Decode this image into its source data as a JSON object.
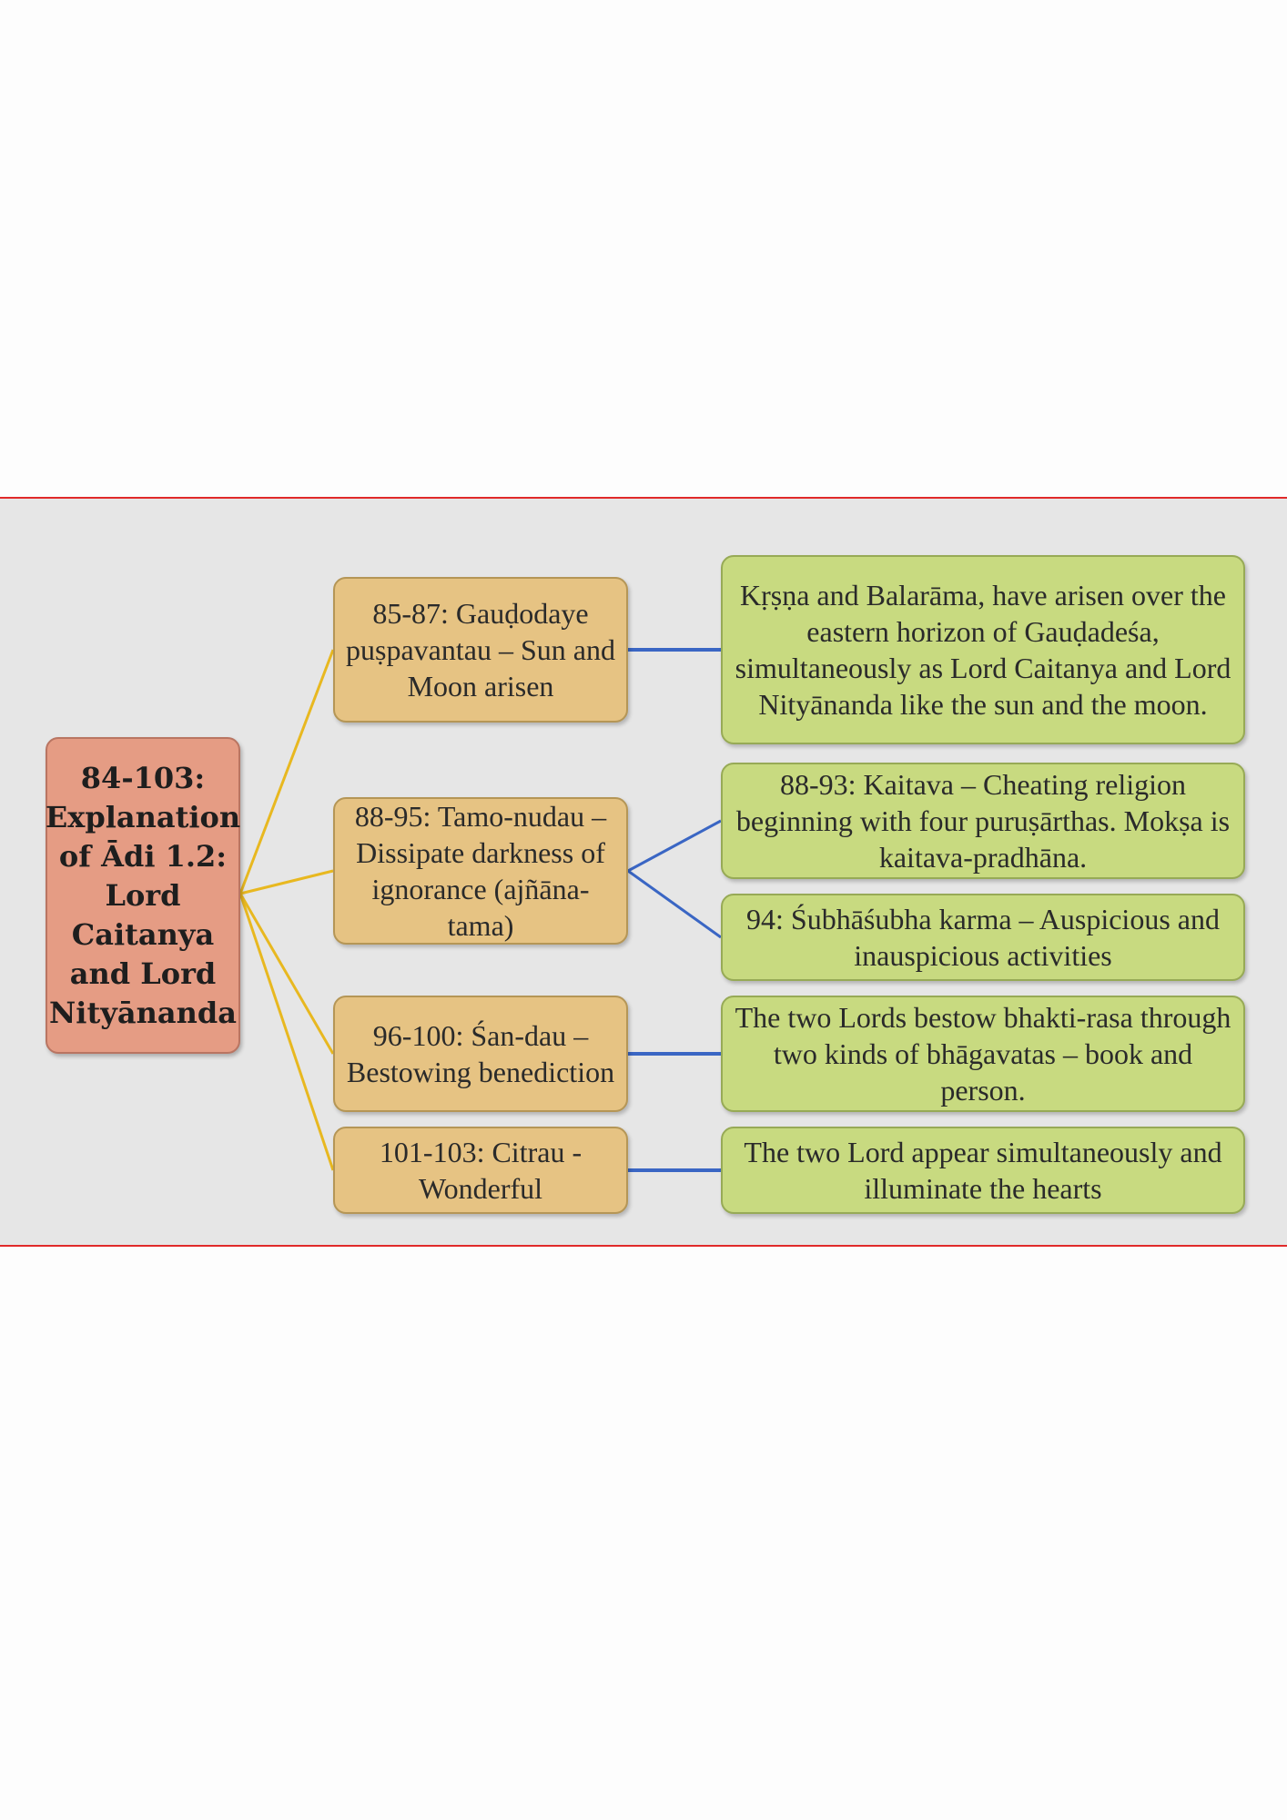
{
  "diagram": {
    "root": {
      "text": "84-103: Explanation of Ādi 1.2: Lord Caitanya and Lord Nityānanda"
    },
    "branches": [
      {
        "label": "85-87: Gauḍodaye puṣpavantau – Sun and Moon arisen",
        "details": [
          "Kṛṣṇa and Balarāma, have arisen over the eastern horizon of Gauḍadeśa, simultaneously as Lord Caitanya and Lord Nityānanda like the sun and the moon."
        ]
      },
      {
        "label": "88-95: Tamo-nudau – Dissipate darkness of ignorance (ajñāna-tama)",
        "details": [
          "88-93: Kaitava – Cheating religion beginning with four puruṣārthas. Mokṣa is kaitava-pradhāna.",
          "94: Śubhāśubha karma – Auspicious and inauspicious activities"
        ]
      },
      {
        "label": "96-100: Śan-dau – Bestowing benediction",
        "details": [
          "The two Lords bestow bhakti-rasa through two kinds of bhāgavatas – book and person."
        ]
      },
      {
        "label": "101-103: Citrau - Wonderful",
        "details": [
          "The two Lord appear simultaneously and illuminate the hearts"
        ]
      }
    ]
  },
  "colors": {
    "panel_background": "#e6e6e6",
    "border_red": "#e02a2a",
    "root_fill": "#e59c84",
    "branch_fill": "#e6c383",
    "detail_fill": "#c8da80",
    "root_connector": "#e8b820",
    "detail_connector": "#3a66c4"
  }
}
